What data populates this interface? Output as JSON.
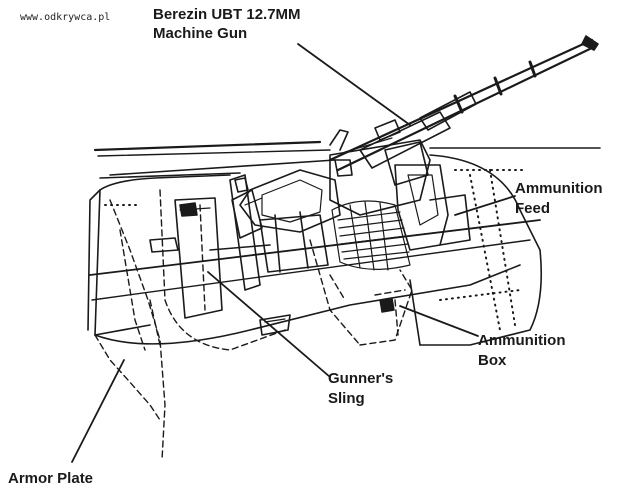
{
  "watermark": "www.odkrywca.pl",
  "labels": {
    "gun_line1": "Berezin UBT 12.7MM",
    "gun_line2": "Machine Gun",
    "feed_line1": "Ammunition",
    "feed_line2": "Feed",
    "box_line1": "Ammunition",
    "box_line2": "Box",
    "sling_line1": "Gunner's",
    "sling_line2": "Sling",
    "armor": "Armor Plate"
  },
  "colors": {
    "ink": "#1a1a1a",
    "paper": "#ffffff"
  }
}
